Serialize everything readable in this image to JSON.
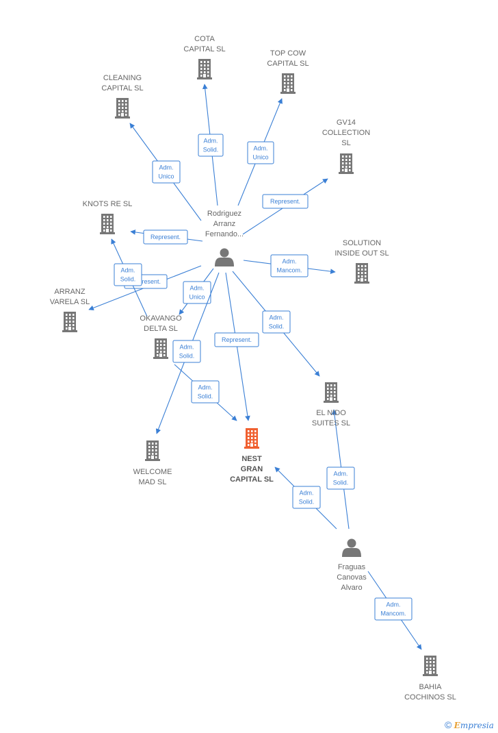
{
  "colors": {
    "company": "#777777",
    "focus": "#f06030",
    "person": "#777777",
    "edge": "#3a7fd5"
  },
  "nodes": [
    {
      "id": "cota",
      "type": "company",
      "lines": [
        "COTA",
        "CAPITAL  SL"
      ]
    },
    {
      "id": "topcow",
      "type": "company",
      "lines": [
        "TOP COW",
        "CAPITAL  SL"
      ]
    },
    {
      "id": "cleaning",
      "type": "company",
      "lines": [
        "CLEANING",
        "CAPITAL  SL"
      ]
    },
    {
      "id": "gv14",
      "type": "company",
      "lines": [
        "GV14",
        "COLLECTION",
        "SL"
      ]
    },
    {
      "id": "knots",
      "type": "company",
      "lines": [
        "KNOTS RE  SL"
      ]
    },
    {
      "id": "solution",
      "type": "company",
      "lines": [
        "SOLUTION",
        "INSIDE OUT SL"
      ]
    },
    {
      "id": "arranz",
      "type": "company",
      "lines": [
        "ARRANZ",
        "VARELA  SL"
      ]
    },
    {
      "id": "okavango",
      "type": "company",
      "lines": [
        "OKAVANGO",
        "DELTA  SL"
      ]
    },
    {
      "id": "elnido",
      "type": "company",
      "lines": [
        "EL NIDO",
        "SUITES  SL"
      ]
    },
    {
      "id": "welcome",
      "type": "company",
      "lines": [
        "WELCOME",
        "MAD  SL"
      ]
    },
    {
      "id": "nest",
      "type": "focus",
      "lines": [
        "NEST",
        "GRAN",
        "CAPITAL  SL"
      ]
    },
    {
      "id": "bahia",
      "type": "company",
      "lines": [
        "BAHIA",
        "COCHINOS SL"
      ]
    },
    {
      "id": "rodriguez",
      "type": "person",
      "lines": [
        "Rodriguez",
        "Arranz",
        "Fernando..."
      ]
    },
    {
      "id": "fraguas",
      "type": "person",
      "lines": [
        "Fraguas",
        "Canovas",
        "Alvaro"
      ]
    }
  ],
  "edges": [
    {
      "from": "rodriguez",
      "to": "cota",
      "lines": [
        "Adm.",
        "Solid."
      ]
    },
    {
      "from": "rodriguez",
      "to": "topcow",
      "lines": [
        "Adm.",
        "Unico"
      ]
    },
    {
      "from": "rodriguez",
      "to": "cleaning",
      "lines": [
        "Adm.",
        "Unico"
      ]
    },
    {
      "from": "rodriguez",
      "to": "gv14",
      "lines": [
        "Represent."
      ]
    },
    {
      "from": "rodriguez",
      "to": "knots",
      "lines": [
        "Represent."
      ]
    },
    {
      "from": "rodriguez",
      "to": "solution",
      "lines": [
        "Adm.",
        "Mancom."
      ]
    },
    {
      "from": "rodriguez",
      "to": "arranz",
      "lines": [
        "Represent."
      ]
    },
    {
      "from": "rodriguez",
      "to": "knots",
      "lines": [
        "Adm.",
        "Solid."
      ]
    },
    {
      "from": "rodriguez",
      "to": "okavango",
      "lines": [
        "Adm.",
        "Unico"
      ]
    },
    {
      "from": "rodriguez",
      "to": "welcome",
      "lines": [
        "Adm.",
        "Solid."
      ]
    },
    {
      "from": "rodriguez",
      "to": "nest",
      "lines": [
        "Represent."
      ]
    },
    {
      "from": "rodriguez",
      "to": "elnido",
      "lines": [
        "Adm.",
        "Solid."
      ]
    },
    {
      "from": "okavango",
      "to": "nest",
      "lines": [
        "Adm.",
        "Solid."
      ]
    },
    {
      "from": "fraguas",
      "to": "nest",
      "lines": [
        "Adm.",
        "Solid."
      ]
    },
    {
      "from": "fraguas",
      "to": "elnido",
      "lines": [
        "Adm.",
        "Solid."
      ]
    },
    {
      "from": "fraguas",
      "to": "bahia",
      "lines": [
        "Adm.",
        "Mancom."
      ]
    }
  ],
  "brand": {
    "copyright": "©",
    "first_letter": "E",
    "rest": "mpresia"
  }
}
